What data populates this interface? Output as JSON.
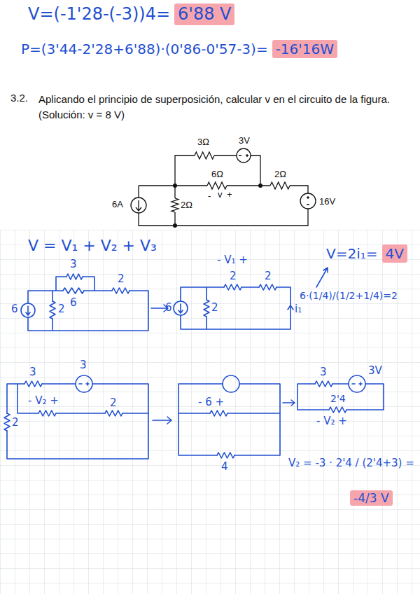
{
  "diagram": {
    "nodes": [
      {
        "text": [
          "6'88 V"
        ]
      },
      {
        "text": [
          "-16'16W"
        ]
      },
      {
        "text": [
          "4V"
        ]
      },
      {
        "text": [
          "-4/3 V"
        ]
      }
    ],
    "labels": [
      "V=(-1'28-(-3))4=",
      "P=(3'44-2'28+6'88)·(0'86-0'57-3)=",
      "3.2.",
      "Aplicando el principio de superposición, calcular v en el circuito de la figura. (Solución: v = 8 V)",
      "3Ω",
      "3V",
      "6Ω",
      "2Ω",
      "-",
      "v",
      "+",
      "6A",
      "2Ω",
      "16V",
      "V = V₁ + V₂ + V₃",
      "3",
      "6",
      "2",
      "6",
      "2",
      "6",
      "2",
      "- V₁ +",
      "2",
      "2",
      "i₁",
      "V=2i₁=",
      "6·(1/4)/(1/2+1/4)=2",
      "3",
      "3",
      "- V₂ +",
      "2",
      "2",
      "- 6 +",
      "4",
      "3",
      "3V",
      "2'4",
      "- V₂ +",
      "V₂ = -3 · 2'4 / (2'4+3) ="
    ]
  }
}
